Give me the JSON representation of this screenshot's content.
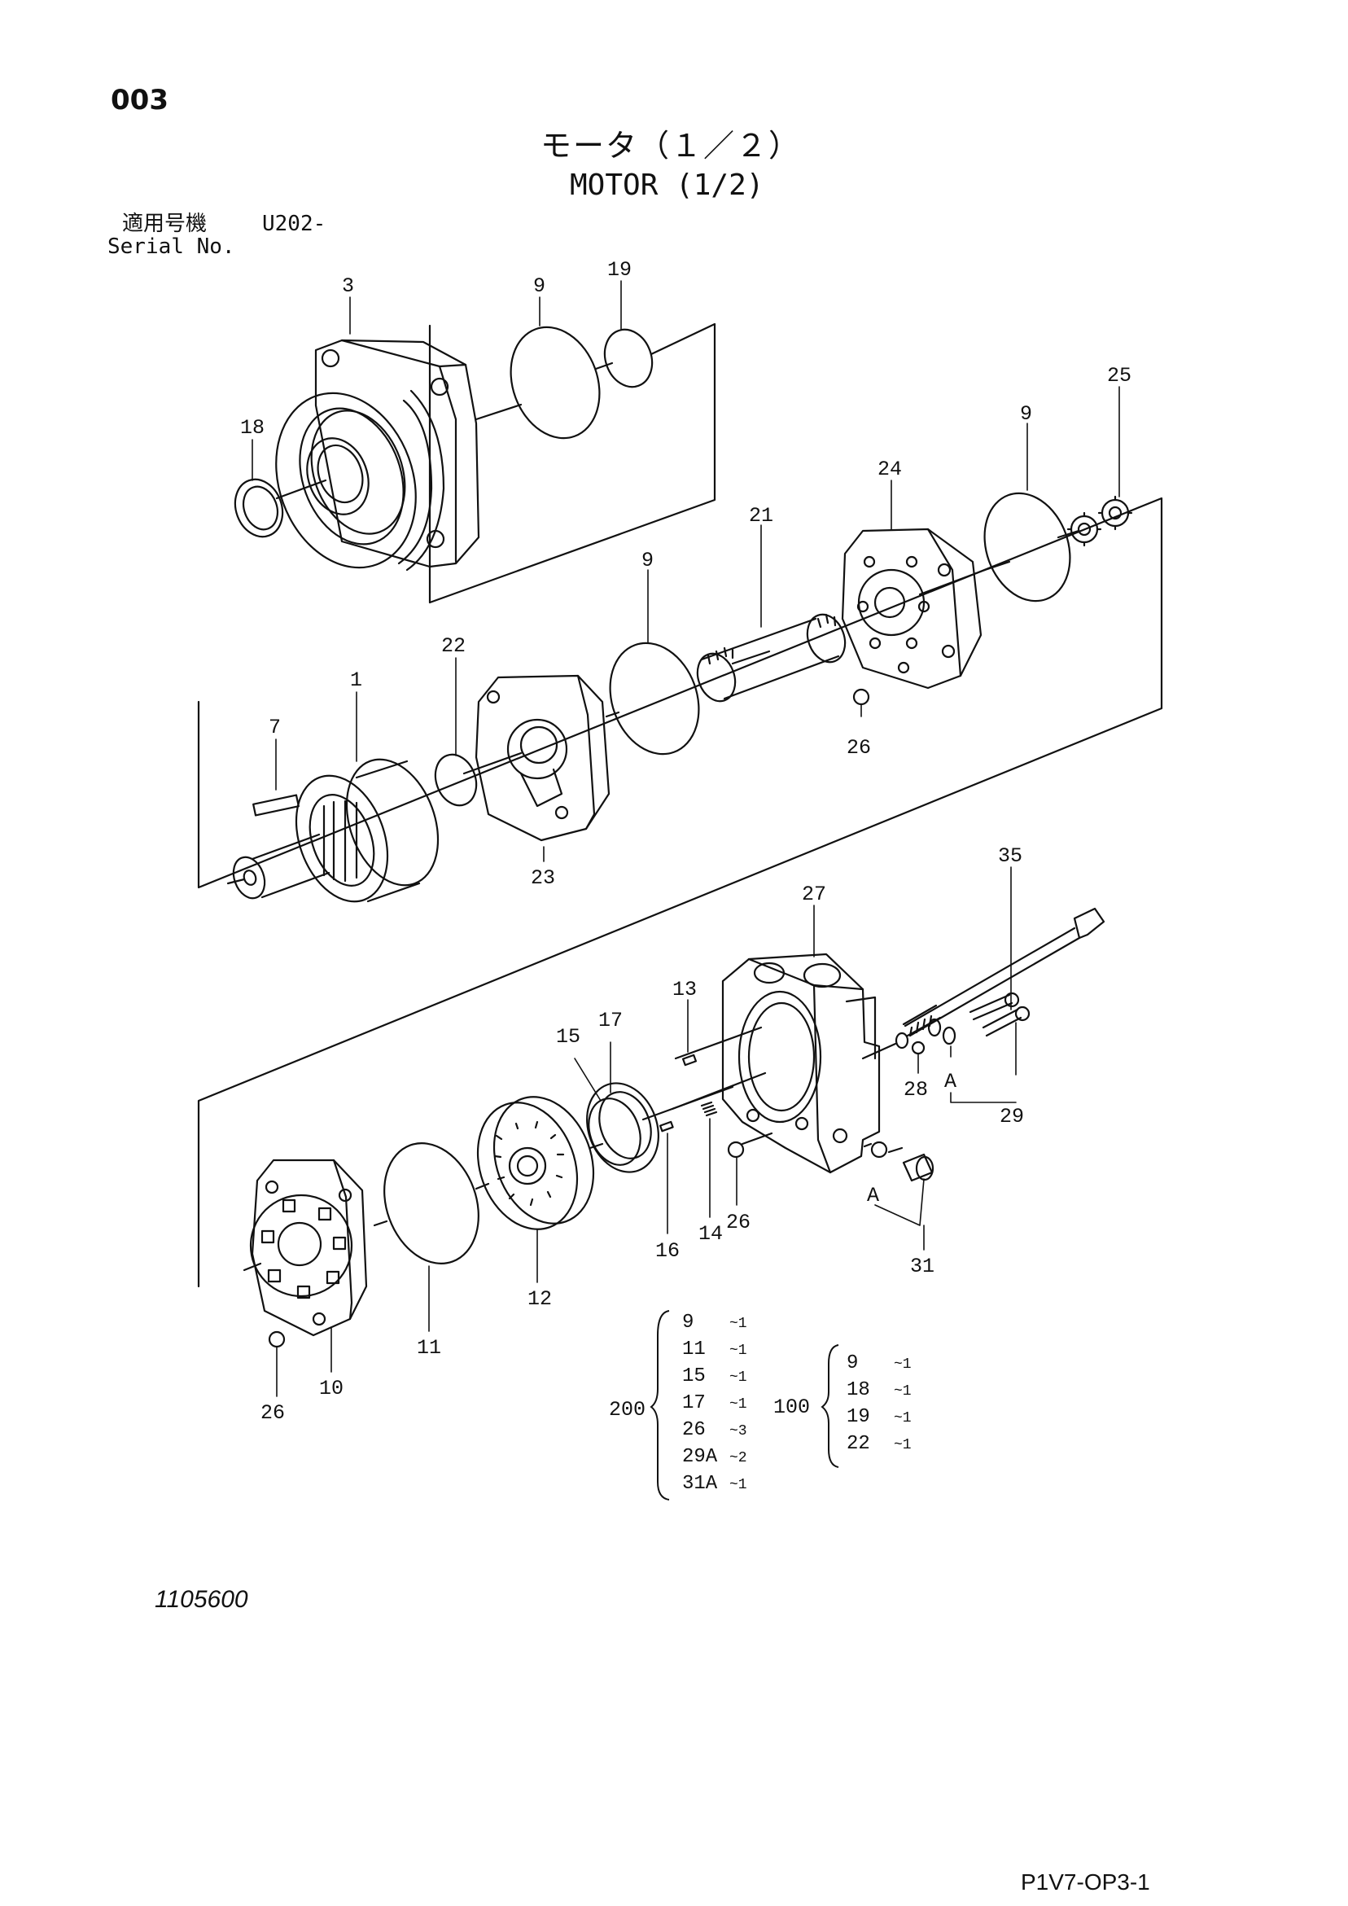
{
  "header": {
    "page_number": "003",
    "title_jp": "モータ（１／２）",
    "title_en": "MOTOR (1/2)",
    "serial_label_jp": "適用号機",
    "serial_value": "U202-",
    "serial_label_en": "Serial No."
  },
  "callouts": {
    "c3": "3",
    "c9a": "9",
    "c19": "19",
    "c18": "18",
    "c25": "25",
    "c9b": "9",
    "c24": "24",
    "c21": "21",
    "c9c": "9",
    "c22": "22",
    "c1": "1",
    "c7": "7",
    "c26a": "26",
    "c23": "23",
    "c35": "35",
    "c27": "27",
    "c13": "13",
    "c17": "17",
    "c15": "15",
    "c28": "28",
    "cA1": "A",
    "c29": "29",
    "c14": "14",
    "c26b": "26",
    "c16": "16",
    "cA2": "A",
    "c31": "31",
    "c12": "12",
    "c11": "11",
    "c10": "10",
    "c26c": "26"
  },
  "kits": [
    {
      "id": "200",
      "items": [
        {
          "part": "9",
          "qty": "~1"
        },
        {
          "part": "11",
          "qty": "~1"
        },
        {
          "part": "15",
          "qty": "~1"
        },
        {
          "part": "17",
          "qty": "~1"
        },
        {
          "part": "26",
          "qty": "~3"
        },
        {
          "part": "29A",
          "qty": "~2"
        },
        {
          "part": "31A",
          "qty": "~1"
        }
      ]
    },
    {
      "id": "100",
      "items": [
        {
          "part": "9",
          "qty": "~1"
        },
        {
          "part": "18",
          "qty": "~1"
        },
        {
          "part": "19",
          "qty": "~1"
        },
        {
          "part": "22",
          "qty": "~1"
        }
      ]
    }
  ],
  "footer": {
    "drawing_number": "1105600",
    "page_code": "P1V7-OP3-1"
  }
}
